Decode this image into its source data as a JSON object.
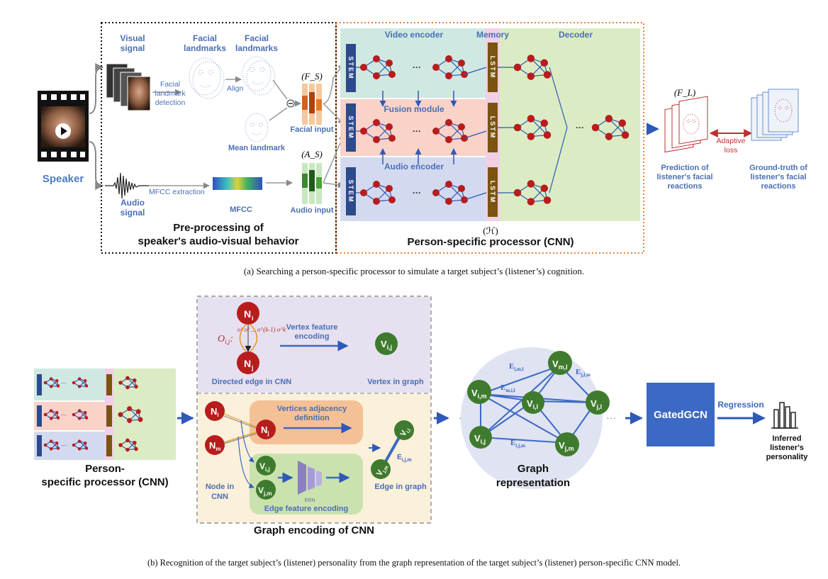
{
  "part_a": {
    "speaker": "Speaker",
    "visual_signal": [
      "Visual",
      "signal"
    ],
    "audio_signal": [
      "Audio",
      "signal"
    ],
    "facial_landmarks_1": [
      "Facial",
      "landmarks"
    ],
    "facial_landmarks_2": [
      "Facial",
      "landmarks"
    ],
    "landmark_detection": [
      "Facial",
      "landmark",
      "detection"
    ],
    "align": "Align",
    "mean_landmark": "Mean landmark",
    "fs": "(F_S)",
    "as": "(A_S)",
    "facial_input": "Facial input",
    "audio_input": "Audio input",
    "mfcc_extraction": "MFCC extraction",
    "mfcc": "MFCC",
    "preprocessing_title": [
      "Pre-processing of",
      "speaker's audio-visual behavior"
    ],
    "video_encoder": "Video encoder",
    "fusion_module": "Fusion module",
    "audio_encoder": "Audio encoder",
    "memory": "Memory",
    "decoder": "Decoder",
    "stem": "STEM",
    "lstm": "LSTM",
    "h": "(ℋ)",
    "processor_title": "Person-specific processor (CNN)",
    "fl": "(F_L)",
    "adaptive_loss": [
      "Adaptive",
      "loss"
    ],
    "prediction": [
      "Prediction of",
      "listener's facial",
      "reactions"
    ],
    "ground_truth": [
      "Ground-truth of",
      "listener's facial",
      "reactions"
    ],
    "caption": "(a)  Searching a person-specific processor to simulate a target subject’s (listener’s) cognition."
  },
  "part_b": {
    "cnn_label": [
      "Person-",
      "specific processor (CNN)"
    ],
    "n_i": "N",
    "n_j": "N",
    "n_m": "N",
    "o_ij": "O",
    "vertex_feature_encoding": [
      "Vertex feature",
      "encoding"
    ],
    "directed_edge": "Directed edge in CNN",
    "vertex_in_graph": "Vertex in graph",
    "vertices_adjacency": [
      "Vertices adjacency",
      "definition"
    ],
    "node_in_cnn": [
      "Node in",
      "CNN"
    ],
    "ern": "ERN",
    "edge_feature_encoding": "Edge feature encoding",
    "edge_in_graph": "Edge in graph",
    "graph_encoding_title": "Graph encoding of CNN",
    "graph_representation": [
      "Graph",
      "representation"
    ],
    "gatedgcn": "GatedGCN",
    "regression": "Regression",
    "inferred": [
      "Inferred",
      "listener's",
      "personality"
    ],
    "caption": "(b)  Recognition of the target subject’s (listener) personality from the graph representation of the target subject’s (listener) person-specific CNN model."
  },
  "colors": {
    "node_red": "#b81c1c",
    "node_green": "#3f7b2e",
    "accent_blue": "#4a6fb5",
    "gatedgcn": "#3b69c4",
    "stem_blue": "#2c4a8c",
    "lstm_brown": "#7a5410"
  }
}
